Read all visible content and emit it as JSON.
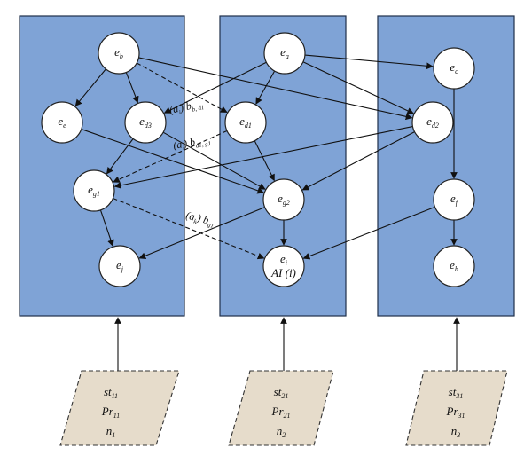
{
  "nodes": [
    {
      "id": "eb",
      "main": "e",
      "sub": "b"
    },
    {
      "id": "ee",
      "main": "e",
      "sub": "e"
    },
    {
      "id": "ed3",
      "main": "e",
      "sub": "d3"
    },
    {
      "id": "eg1",
      "main": "e",
      "sub": "g1"
    },
    {
      "id": "ej",
      "main": "e",
      "sub": "j"
    },
    {
      "id": "ea",
      "main": "e",
      "sub": "a"
    },
    {
      "id": "ed1",
      "main": "e",
      "sub": "d1"
    },
    {
      "id": "eg2",
      "main": "e",
      "sub": "g2"
    },
    {
      "id": "ei",
      "main": "e",
      "sub": "i",
      "extra": "AI (i)"
    },
    {
      "id": "ec",
      "main": "e",
      "sub": "c"
    },
    {
      "id": "ed2",
      "main": "e",
      "sub": "d2"
    },
    {
      "id": "ef",
      "main": "e",
      "sub": "f"
    },
    {
      "id": "eh",
      "main": "e",
      "sub": "h"
    }
  ],
  "edges": [
    {
      "from": "eb",
      "to": "ee"
    },
    {
      "from": "eb",
      "to": "ed3"
    },
    {
      "from": "eb",
      "to": "ed1",
      "dashed": true
    },
    {
      "from": "eb",
      "to": "ed2"
    },
    {
      "from": "ee",
      "to": "eg2"
    },
    {
      "from": "ed3",
      "to": "eg1"
    },
    {
      "from": "ed3",
      "to": "eg2"
    },
    {
      "from": "eg1",
      "to": "ej"
    },
    {
      "from": "eg1",
      "to": "ei",
      "dashed": true
    },
    {
      "from": "ea",
      "to": "ed3"
    },
    {
      "from": "ea",
      "to": "ed1"
    },
    {
      "from": "ea",
      "to": "ec"
    },
    {
      "from": "ea",
      "to": "ed2"
    },
    {
      "from": "ed1",
      "to": "eg1",
      "dashed": true
    },
    {
      "from": "ed1",
      "to": "eg2"
    },
    {
      "from": "eg2",
      "to": "ei"
    },
    {
      "from": "eg2",
      "to": "ej"
    },
    {
      "from": "ed2",
      "to": "eg1"
    },
    {
      "from": "ed2",
      "to": "eg2"
    },
    {
      "from": "ec",
      "to": "ef"
    },
    {
      "from": "ef",
      "to": "eh"
    },
    {
      "from": "ef",
      "to": "ei"
    }
  ],
  "edge_labels": [
    {
      "id": "l1",
      "parts": [
        "(a",
        "i",
        ") b",
        "b, d1"
      ]
    },
    {
      "id": "l2",
      "parts": [
        "(a",
        "i",
        ") b",
        "d1, g1"
      ]
    },
    {
      "id": "l3",
      "parts": [
        "(a",
        "k",
        ") b",
        "g1"
      ]
    }
  ],
  "sources": [
    {
      "id": "s1",
      "lines": [
        {
          "main": "st",
          "sub": "11"
        },
        {
          "main": "Pr",
          "sub": "11"
        },
        {
          "main": "n",
          "sub": "1"
        }
      ]
    },
    {
      "id": "s2",
      "lines": [
        {
          "main": "st",
          "sub": "21"
        },
        {
          "main": "Pr",
          "sub": "21"
        },
        {
          "main": "n",
          "sub": "2"
        }
      ]
    },
    {
      "id": "s3",
      "lines": [
        {
          "main": "st",
          "sub": "31"
        },
        {
          "main": "Pr",
          "sub": "31"
        },
        {
          "main": "n",
          "sub": "3"
        }
      ]
    }
  ],
  "colors": {
    "panel": "#7fa3d6",
    "source": "#e6dccb"
  }
}
